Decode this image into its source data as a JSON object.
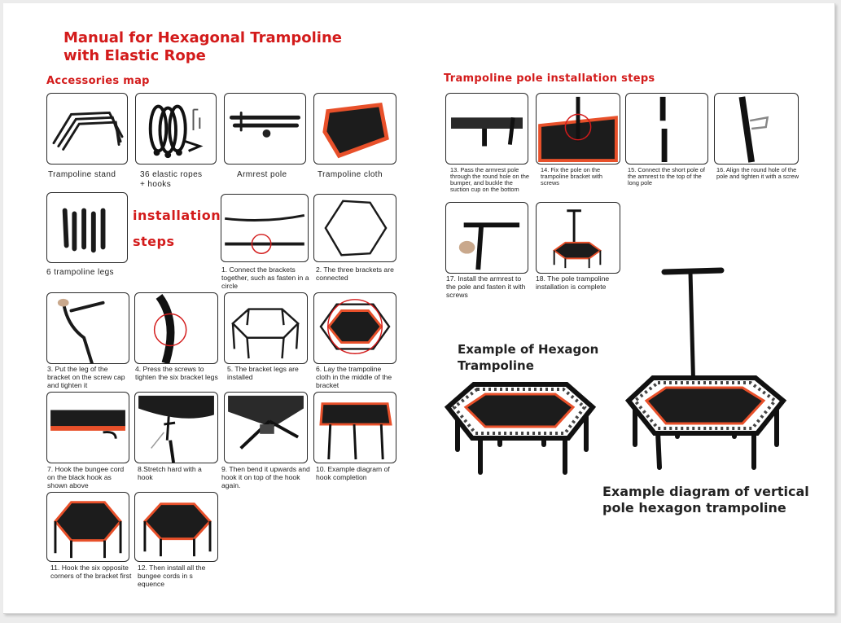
{
  "title": {
    "line1": "Manual for Hexagonal Trampoline",
    "line2": "with Elastic Rope"
  },
  "accessories": {
    "heading": "Accessories map",
    "items": [
      {
        "label": "Trampoline stand"
      },
      {
        "label": "36 elastic ropes\n+ hooks"
      },
      {
        "label": "Armrest pole"
      },
      {
        "label": "Trampoline cloth"
      },
      {
        "label": "6 trampoline legs"
      }
    ]
  },
  "installation": {
    "heading_line1": "installation",
    "heading_line2": "steps",
    "steps": [
      "1. Connect the brackets together, such as fasten in a circle",
      "2. The three brackets are connected",
      "3. Put the leg of the bracket on the screw cap and tighten it",
      "4. Press the screws to tighten the six bracket legs",
      "5. The bracket legs are installed",
      "6. Lay the trampoline cloth in the middle of the bracket",
      "7. Hook the bungee cord on the black hook as shown above",
      "8.Stretch hard with a hook",
      "9. Then bend it upwards and hook it on top of the hook again.",
      "10. Example diagram of hook completion",
      "11. Hook the six opposite corners of the bracket first",
      "12. Then install all the bungee cords in s equence"
    ]
  },
  "pole": {
    "heading": "Trampoline pole installation steps",
    "steps": [
      "13. Pass the armrest pole through the round hole on the bumper, and buckle the suction cup on the bottom",
      "14. Fix the pole on the trampoline bracket with screws",
      "15. Connect the short pole of the armrest to the top of the long pole",
      "16. Align the round hole of the pole and tighten it with a screw",
      "17. Install the armrest to the pole and fasten it with screws",
      "18. The pole trampoline installation is complete"
    ]
  },
  "examples": {
    "hexagon_title": "Example of Hexagon Trampoline",
    "vertical_title": "Example diagram of vertical pole hexagon trampoline"
  },
  "colors": {
    "accent": "#d31b1b",
    "mat_edge": "#e8502a",
    "frame": "#1a1a1a"
  }
}
